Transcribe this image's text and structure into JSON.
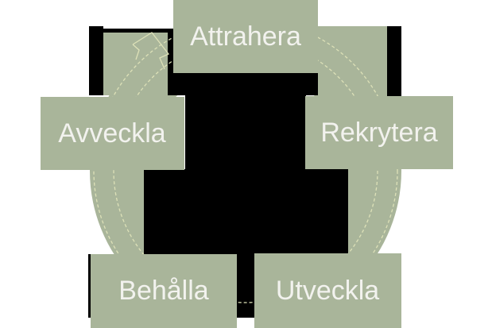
{
  "diagram": {
    "type": "cycle",
    "nodes": [
      {
        "id": "attrahera",
        "label": "Attrahera",
        "position": "top"
      },
      {
        "id": "rekrytera",
        "label": "Rekrytera",
        "position": "right"
      },
      {
        "id": "utveckla",
        "label": "Utveckla",
        "position": "bottom-right"
      },
      {
        "id": "behalla",
        "label": "Behålla",
        "position": "bottom-left"
      },
      {
        "id": "avveckla",
        "label": "Avveckla",
        "position": "left"
      }
    ],
    "colors": {
      "node_fill": "#a9b59a",
      "ring_fill": "#a9b59a",
      "label_text": "#f2f2ee",
      "arrow_outline": "#dde1b8",
      "backdrop": "#000000",
      "background": "#ffffff"
    }
  }
}
